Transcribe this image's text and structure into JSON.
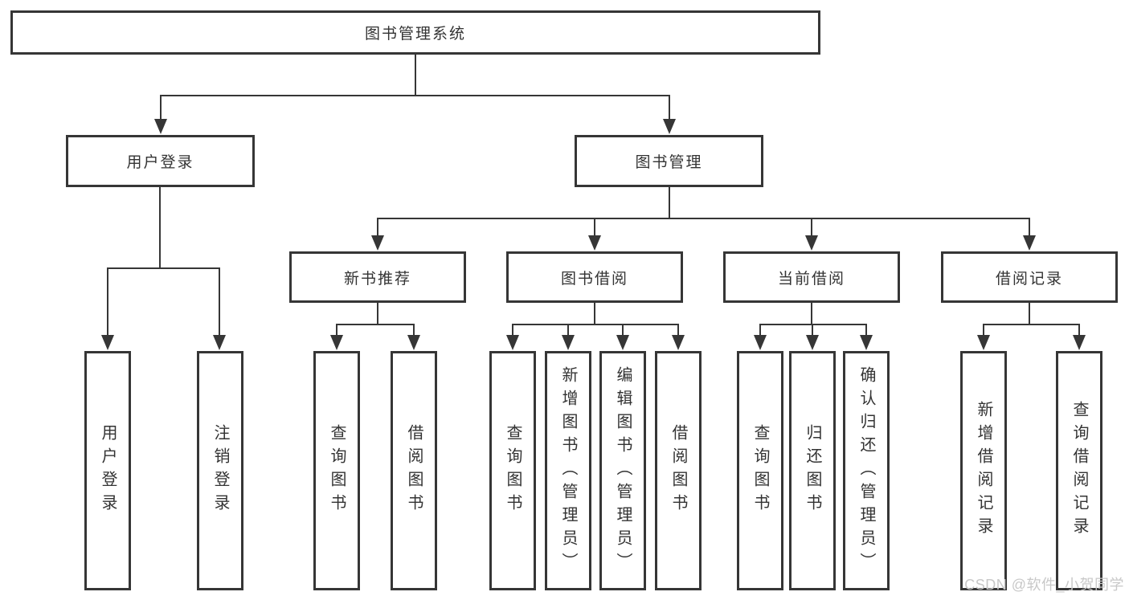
{
  "diagram": {
    "root": {
      "label": "图书管理系统",
      "children": [
        {
          "label": "用户登录",
          "children": [
            {
              "label": "用户登录"
            },
            {
              "label": "注销登录"
            }
          ]
        },
        {
          "label": "图书管理",
          "children": [
            {
              "label": "新书推荐",
              "children": [
                {
                  "label": "查询图书"
                },
                {
                  "label": "借阅图书"
                }
              ]
            },
            {
              "label": "图书借阅",
              "children": [
                {
                  "label": "查询图书"
                },
                {
                  "label": "新增图书（管理员）"
                },
                {
                  "label": "编辑图书（管理员）"
                },
                {
                  "label": "借阅图书"
                }
              ]
            },
            {
              "label": "当前借阅",
              "children": [
                {
                  "label": "查询图书"
                },
                {
                  "label": "归还图书"
                },
                {
                  "label": "确认归还（管理员）"
                }
              ]
            },
            {
              "label": "借阅记录",
              "children": [
                {
                  "label": "新增借阅记录"
                },
                {
                  "label": "查询借阅记录"
                }
              ]
            }
          ]
        }
      ]
    }
  },
  "watermark": {
    "text": "CSDN @软件_小贺同学"
  },
  "colors": {
    "line": "#363636",
    "text": "#333333",
    "background": "#ffffff",
    "watermark": "#c8c8c8"
  }
}
